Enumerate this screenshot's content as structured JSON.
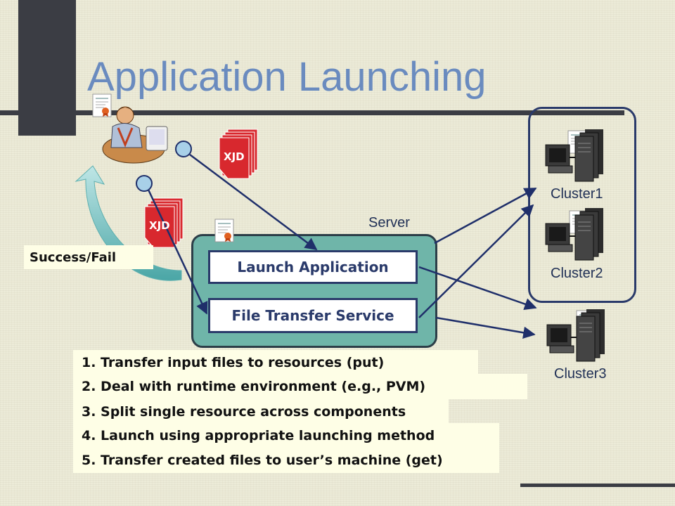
{
  "title": "Application Launching",
  "server": {
    "label": "Server",
    "services": [
      "Launch Application",
      "File Transfer Service"
    ]
  },
  "clusters": [
    "Cluster1",
    "Cluster2",
    "Cluster3"
  ],
  "xjd_label": "XJD",
  "status_label": "Success/Fail",
  "steps": [
    "1. Transfer input files to resources (put)",
    "2. Deal with runtime environment (e.g., PVM)",
    "3. Split single resource across components",
    "4. Launch using appropriate launching method",
    "5. Transfer created files to user’s machine (get)"
  ],
  "colors": {
    "title": "#6a8bbf",
    "server_fill": "#6fb5a9",
    "arrow": "#1f2f6a",
    "xjd_fill": "#d8282e",
    "step_fill": "#fefee6"
  },
  "icons": [
    "user-at-desk-icon",
    "certificate-icon",
    "document-stack-icon",
    "server-cluster-icon",
    "curved-arrow-icon"
  ]
}
